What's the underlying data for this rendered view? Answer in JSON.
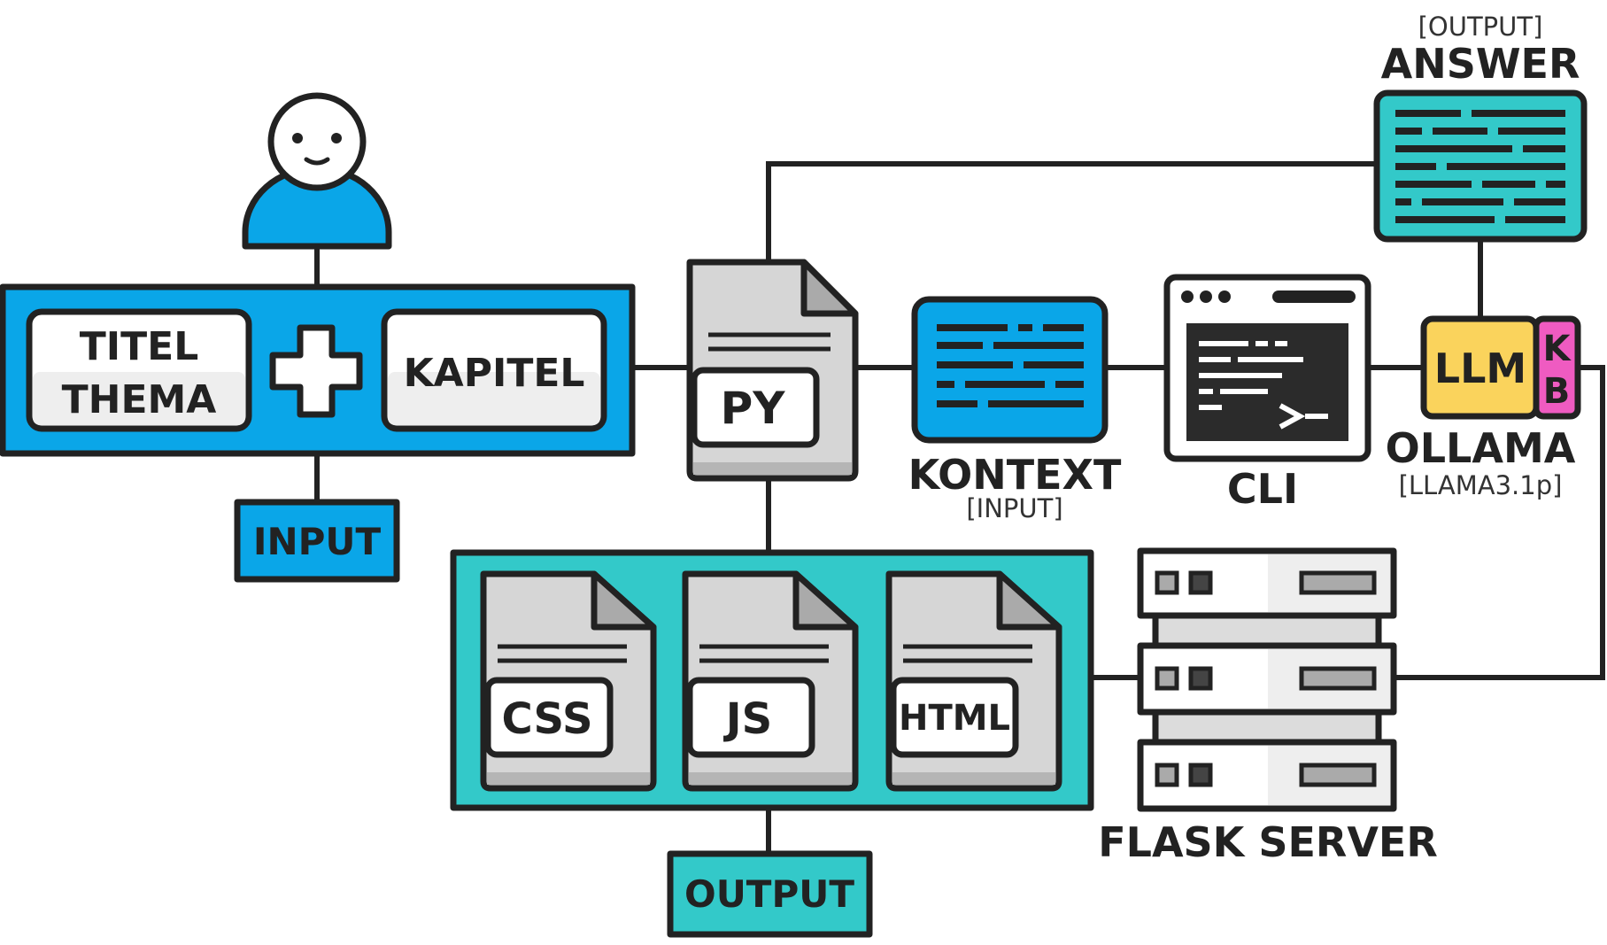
{
  "labels": {
    "titel": "TITEL",
    "thema": "THEMA",
    "kapitel": "KAPITEL",
    "input": "INPUT",
    "py": "PY",
    "kontext": "KONTEXT",
    "kontext_sub": "[INPUT]",
    "cli": "CLI",
    "llm": "LLM",
    "kb_k": "K",
    "kb_b": "B",
    "ollama": "OLLAMA",
    "ollama_sub": "[LLAMA3.1p]",
    "answer_top": "[OUTPUT]",
    "answer": "ANSWER",
    "css": "CSS",
    "js": "JS",
    "html": "HTML",
    "output": "OUTPUT",
    "flask": "FLASK SERVER"
  },
  "colors": {
    "blue": "#0aa6e8",
    "teal": "#33c9c9",
    "yellow": "#fad35c",
    "pink": "#ef5bc1",
    "gray_doc": "#d6d6d6",
    "dark": "#222222"
  },
  "icons": {
    "user": "user-avatar-icon",
    "plus": "plus-icon",
    "doc": "document-icon",
    "terminal": "terminal-window-icon",
    "server": "server-rack-icon"
  }
}
